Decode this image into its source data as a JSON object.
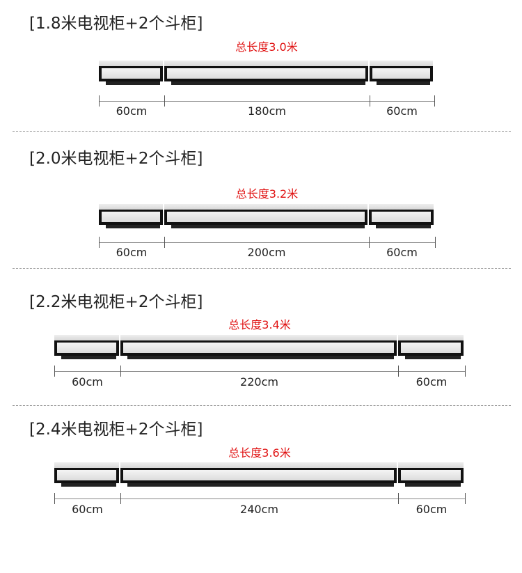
{
  "sections": [
    {
      "title": "[1.8米电视柜+2个斗柜]",
      "total": "总长度3.0米",
      "labels": [
        "60cm",
        "180cm",
        "60cm"
      ]
    },
    {
      "title": "[2.0米电视柜+2个斗柜]",
      "total": "总长度3.2米",
      "labels": [
        "60cm",
        "200cm",
        "60cm"
      ]
    },
    {
      "title": "[2.2米电视柜+2个斗柜]",
      "total": "总长度3.4米",
      "labels": [
        "60cm",
        "220cm",
        "60cm"
      ]
    },
    {
      "title": "[2.4米电视柜+2个斗柜]",
      "total": "总长度3.6米",
      "labels": [
        "60cm",
        "240cm",
        "60cm"
      ]
    }
  ],
  "colors": {
    "total": "#e01010",
    "cabinet_frame": "#111111",
    "cabinet_front": "#e8e8e8"
  }
}
